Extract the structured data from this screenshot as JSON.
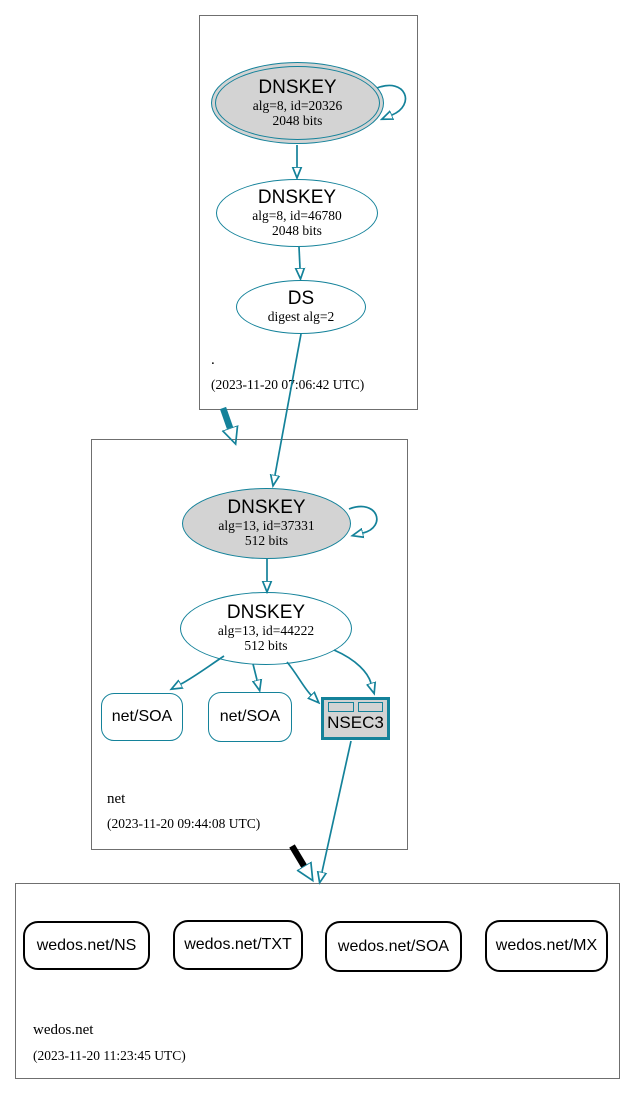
{
  "colors": {
    "secure_teal": "#14829a",
    "node_fill_gray": "#d3d3d3",
    "zone_box_border": "#6f6f6f",
    "warning_black": "#000000"
  },
  "root_zone": {
    "label": ".",
    "timestamp": "(2023-11-20 07:06:42 UTC)",
    "ksk": {
      "title": "DNSKEY",
      "detail1": "alg=8, id=20326",
      "detail2": "2048 bits"
    },
    "zsk": {
      "title": "DNSKEY",
      "detail1": "alg=8, id=46780",
      "detail2": "2048 bits"
    },
    "ds": {
      "title": "DS",
      "detail1": "digest alg=2"
    }
  },
  "net_zone": {
    "label": "net",
    "timestamp": "(2023-11-20 09:44:08 UTC)",
    "ksk": {
      "title": "DNSKEY",
      "detail1": "alg=13, id=37331",
      "detail2": "512 bits"
    },
    "zsk": {
      "title": "DNSKEY",
      "detail1": "alg=13, id=44222",
      "detail2": "512 bits"
    },
    "soa1": {
      "label": "net/SOA"
    },
    "soa2": {
      "label": "net/SOA"
    },
    "nsec3": {
      "label": "NSEC3"
    }
  },
  "wedos_zone": {
    "label": "wedos.net",
    "timestamp": "(2023-11-20 11:23:45 UTC)",
    "rrset_ns": {
      "label": "wedos.net/NS"
    },
    "rrset_txt": {
      "label": "wedos.net/TXT"
    },
    "rrset_soa": {
      "label": "wedos.net/SOA"
    },
    "rrset_mx": {
      "label": "wedos.net/MX"
    }
  }
}
